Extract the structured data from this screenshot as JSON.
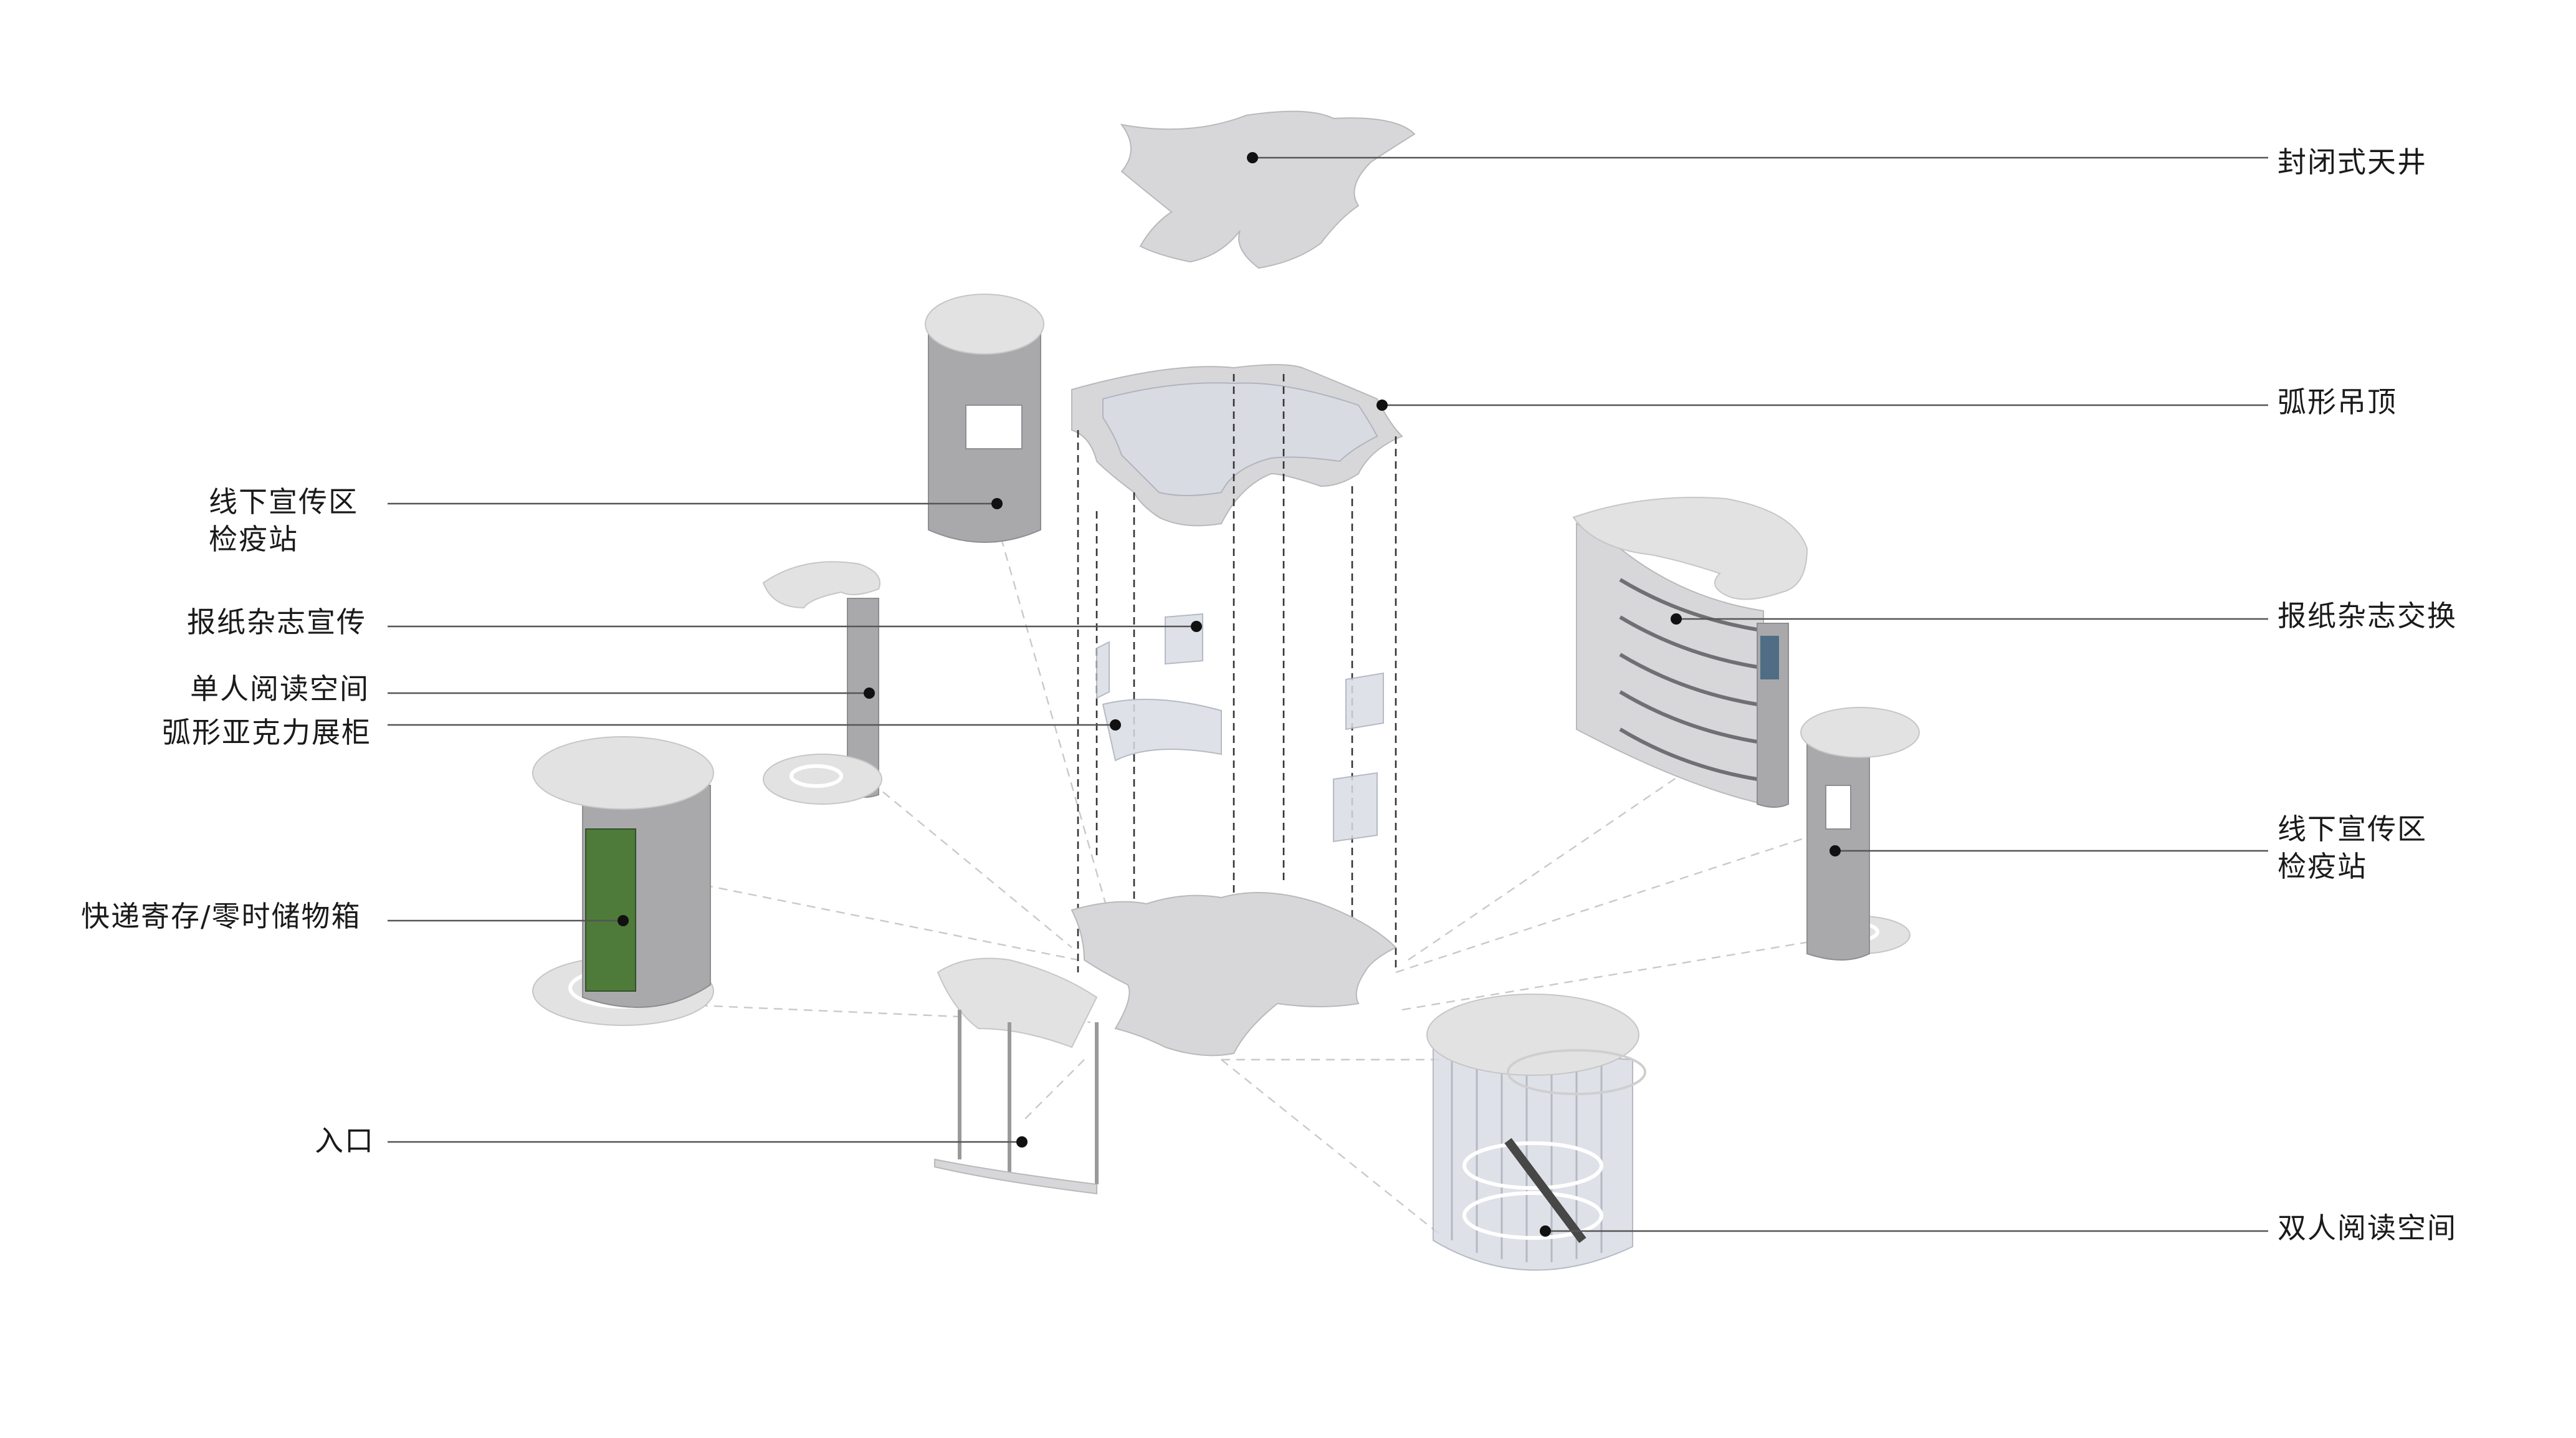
{
  "labels": {
    "enclosed_courtyard": "封闭式天井",
    "arc_ceiling": "弧形吊顶",
    "promo_left_line1": "线下宣传区",
    "promo_left_line2": "检疫站",
    "newspaper_promo": "报纸杂志宣传",
    "single_reading": "单人阅读空间",
    "acrylic_cabinet": "弧形亚克力展柜",
    "newspaper_exchange": "报纸杂志交换",
    "promo_right_line1": "线下宣传区",
    "promo_right_line2": "检疫站",
    "parcel_storage": "快递寄存/零时储物箱",
    "entrance": "入口",
    "double_reading": "双人阅读空间"
  },
  "colors": {
    "leader": "#555555",
    "surface_top": "#e2e2e2",
    "surface_body": "#a9a8ab",
    "glass": "#d9dde4",
    "green_interior": "#4e7a3a"
  }
}
